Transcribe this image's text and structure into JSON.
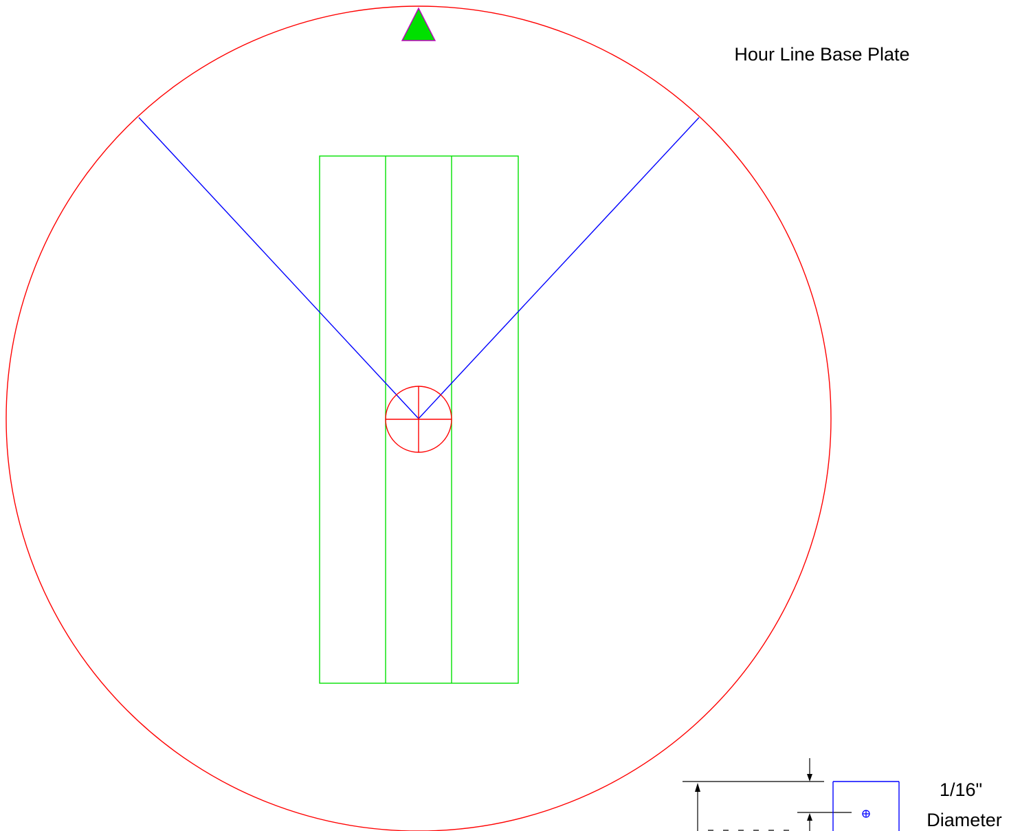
{
  "title": "Hour Line Base Plate",
  "detail": {
    "size_label": "1/16\"",
    "type_label": "Diameter"
  },
  "colors": {
    "plate_outline": "#ff0000",
    "hour_lines": "#0000ff",
    "base_block": "#00e000",
    "north_marker_fill": "#00e000",
    "north_marker_stroke": "#c000c0",
    "center_mark": "#ff0000",
    "dimension_lines": "#000000",
    "detail_outline": "#0000ff"
  },
  "icons": {
    "north_marker": "triangle-icon",
    "center_mark": "crosshair-icon",
    "hole_mark": "circle-plus-icon"
  }
}
